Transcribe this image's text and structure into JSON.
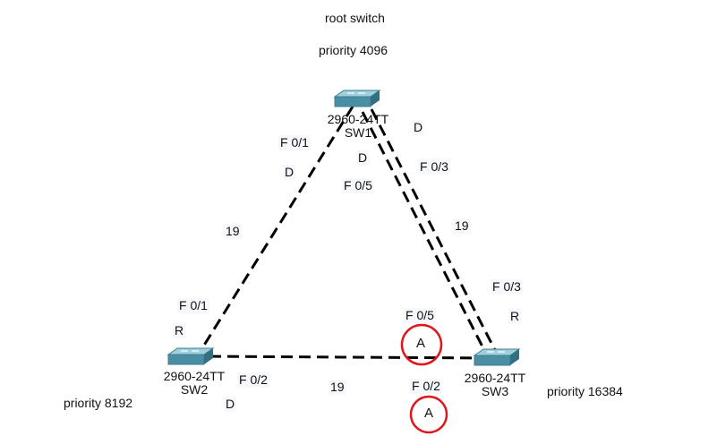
{
  "root": {
    "line1": "root switch",
    "line2": "priority 4096"
  },
  "switches": {
    "sw1": {
      "model": "2960-24TT",
      "name": "SW1"
    },
    "sw2": {
      "model": "2960-24TT",
      "name": "SW2",
      "priority": "priority 8192"
    },
    "sw3": {
      "model": "2960-24TT",
      "name": "SW3",
      "priority": "priority 16384"
    }
  },
  "ports": {
    "sw1_f01": "F  0/1",
    "sw1_f01_role": "D",
    "sw1_f05": "F  0/5",
    "sw1_f05_role": "D",
    "sw1_f03": "F  0/3",
    "sw1_f03_role": "D",
    "sw2_f01": "F  0/1",
    "sw2_f01_role": "R",
    "sw2_f02": "F  0/2",
    "sw2_f02_role": "D",
    "sw3_f03": "F  0/3",
    "sw3_f03_role": "R",
    "sw3_f05": "F  0/5",
    "sw3_f05_role": "A",
    "sw3_f02": "F  0/2",
    "sw3_f02_role": "A"
  },
  "costs": {
    "sw1_sw2": "19",
    "sw1_sw3": "19",
    "sw2_sw3": "19"
  },
  "colors": {
    "link": "#000000",
    "switch_top": "#9fd0dc",
    "switch_side": "#4a8ea3",
    "circle": "#e0161c"
  }
}
